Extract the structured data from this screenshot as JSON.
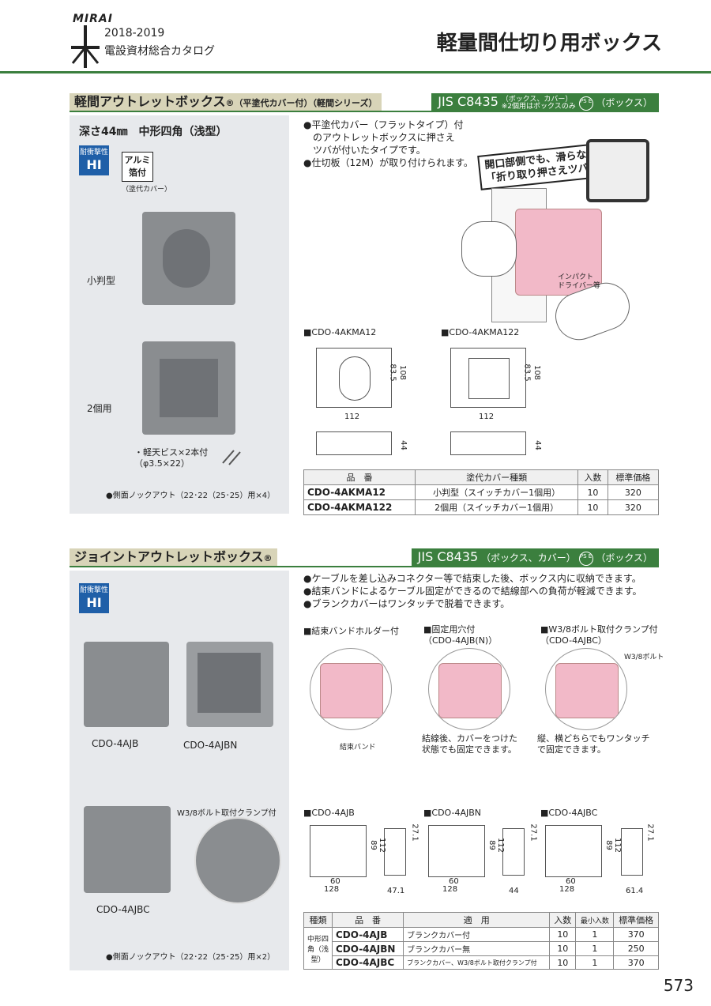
{
  "header": {
    "logo": "MIRAI",
    "year": "2018-2019",
    "catalog": "電設資材総合カタログ",
    "title": "軽量間仕切り用ボックス"
  },
  "sec1": {
    "name": "軽間アウトレットボックス",
    "name_reg": "®",
    "name_sub": "（平塗代カバー付）（軽間シリーズ）",
    "std_main": "JIS C8435",
    "std_note1": "（ボックス、カバー）",
    "std_note2": "※2個用はボックスのみ",
    "pse": "PS E",
    "std_tail": "（ボックス）",
    "depth": "深さ44㎜　中形四角（浅型）",
    "badge_hi_top": "耐衝撃性",
    "badge_hi": "HI",
    "badge_al_1": "アルミ",
    "badge_al_2": "箔付",
    "badge_al_note": "（塗代カバー）",
    "label_small": "小判型",
    "label_two": "2個用",
    "screw_1": "・軽天ビス×2本付",
    "screw_2": "（φ3.5×22）",
    "knockout": "●側面ノックアウト（22･22（25･25）用×4）",
    "bullets": [
      "●平塗代カバー（フラットタイプ）付",
      "　のアウトレットボックスに押さえ",
      "　ツバが付いたタイプです。",
      "●仕切板（12M）が取り付けられます。"
    ],
    "callout_1": "開口部側でも、滑らない",
    "callout_2": "「折り取り押さえツバ付」",
    "driver_1": "インパクト",
    "driver_2": "ドライバー等",
    "draw1_title": "■CDO-4AKMA12",
    "draw2_title": "■CDO-4AKMA122",
    "dim_w": "112",
    "dim_h1": "83.5",
    "dim_h2": "108",
    "dim_d": "44",
    "table": {
      "headers": [
        "品　番",
        "塗代カバー種類",
        "入数",
        "標準価格"
      ],
      "rows": [
        [
          "CDO-4AKMA12",
          "小判型（スイッチカバー1個用）",
          "10",
          "320"
        ],
        [
          "CDO-4AKMA122",
          "2個用（スイッチカバー1個用）",
          "10",
          "320"
        ]
      ]
    }
  },
  "sec2": {
    "name": "ジョイントアウトレットボックス",
    "name_reg": "®",
    "std_main": "JIS C8435",
    "std_note": "（ボックス、カバー）",
    "pse": "PS E",
    "std_tail": "（ボックス）",
    "badge_hi_top": "耐衝撃性",
    "badge_hi": "HI",
    "label_ajb": "CDO-4AJB",
    "label_ajbn": "CDO-4AJBN",
    "label_ajbc": "CDO-4AJBC",
    "clamp_label": "W3/8ボルト取付クランプ付",
    "knockout": "●側面ノックアウト（22･22（25･25）用×2）",
    "bullets": [
      "●ケーブルを差し込みコネクター等で結束した後、ボックス内に収納できます。",
      "●結束バンドによるケーブル固定ができるので結線部への負荷が軽減できます。",
      "●ブランクカバーはワンタッチで脱着できます。"
    ],
    "feat1_title": "■結束バンドホルダー付",
    "feat1_note": "結束バンド",
    "feat2_title": "■固定用穴付",
    "feat2_sub": "（CDO-4AJB(N)）",
    "feat2_note1": "結線後、カバーをつけた",
    "feat2_note2": "状態でも固定できます。",
    "feat3_title": "■W3/8ボルト取付クランプ付",
    "feat3_sub": "（CDO-4AJBC）",
    "feat3_bolt": "W3/8ボルト",
    "feat3_note1": "縦、横どちらでもワンタッチ",
    "feat3_note2": "で固定できます。",
    "draw_titles": [
      "■CDO-4AJB",
      "■CDO-4AJBN",
      "■CDO-4AJBC"
    ],
    "dim_60": "60",
    "dim_128": "128",
    "dim_89": "89",
    "dim_112": "112",
    "dim_27": "27.1",
    "dim_depths": [
      "47.1",
      "44",
      "61.4"
    ],
    "table": {
      "headers": [
        "種類",
        "品　番",
        "適　用",
        "入数",
        "最小入数",
        "標準価格"
      ],
      "kind": "中形四角（浅型）",
      "rows": [
        [
          "CDO-4AJB",
          "ブランクカバー付",
          "10",
          "1",
          "370"
        ],
        [
          "CDO-4AJBN",
          "ブランクカバー無",
          "10",
          "1",
          "250"
        ],
        [
          "CDO-4AJBC",
          "ブランクカバー、W3/8ボルト取付クランプ付",
          "10",
          "1",
          "370"
        ]
      ]
    }
  },
  "page_number": "573"
}
